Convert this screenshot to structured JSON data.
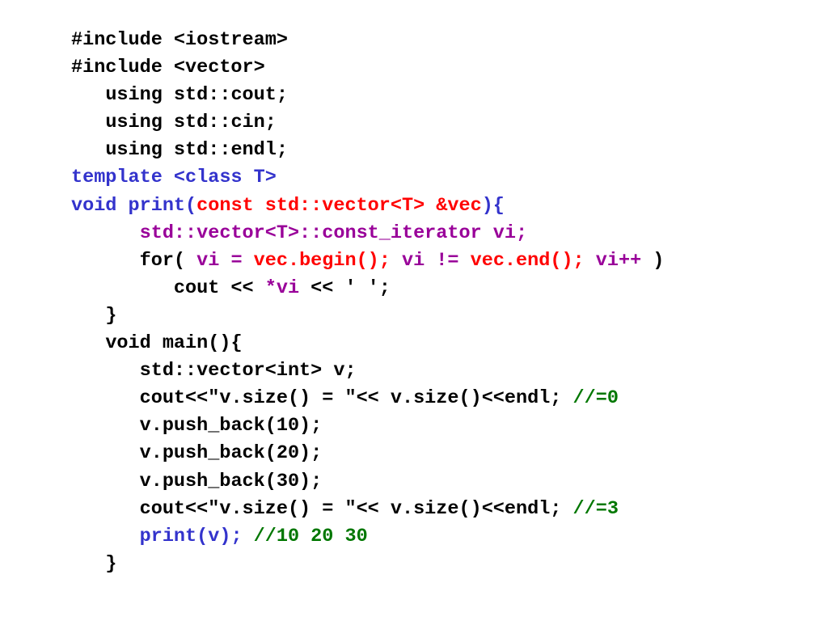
{
  "colors": {
    "black": "#000000",
    "blue": "#3333cc",
    "red": "#ff0000",
    "purple": "#990099",
    "green": "#007700"
  },
  "code": {
    "lines": [
      {
        "indent": 0,
        "tokens": [
          {
            "text": "#include <iostream>",
            "color": "black"
          }
        ]
      },
      {
        "indent": 0,
        "tokens": [
          {
            "text": "#include <vector>",
            "color": "black"
          }
        ]
      },
      {
        "indent": 3,
        "tokens": [
          {
            "text": "using std::cout;",
            "color": "black"
          }
        ]
      },
      {
        "indent": 3,
        "tokens": [
          {
            "text": "using std::cin;",
            "color": "black"
          }
        ]
      },
      {
        "indent": 3,
        "tokens": [
          {
            "text": "using std::endl;",
            "color": "black"
          }
        ]
      },
      {
        "indent": 0,
        "tokens": [
          {
            "text": "template <class T>",
            "color": "blue"
          }
        ]
      },
      {
        "indent": 0,
        "tokens": [
          {
            "text": "void print(",
            "color": "blue"
          },
          {
            "text": "const std::vector<T> &vec",
            "color": "red"
          },
          {
            "text": "){",
            "color": "blue"
          }
        ]
      },
      {
        "indent": 6,
        "tokens": [
          {
            "text": "std::vector<T>::const_iterator vi;",
            "color": "purple"
          }
        ]
      },
      {
        "indent": 6,
        "tokens": [
          {
            "text": "for( ",
            "color": "black"
          },
          {
            "text": "vi = ",
            "color": "purple"
          },
          {
            "text": "vec.begin(); ",
            "color": "red"
          },
          {
            "text": "vi != ",
            "color": "purple"
          },
          {
            "text": "vec.end(); ",
            "color": "red"
          },
          {
            "text": "vi++ ",
            "color": "purple"
          },
          {
            "text": ")",
            "color": "black"
          }
        ]
      },
      {
        "indent": 9,
        "tokens": [
          {
            "text": "cout << ",
            "color": "black"
          },
          {
            "text": "*vi",
            "color": "purple"
          },
          {
            "text": " << ' ';",
            "color": "black"
          }
        ]
      },
      {
        "indent": 3,
        "tokens": [
          {
            "text": "}",
            "color": "black"
          }
        ]
      },
      {
        "indent": 3,
        "tokens": [
          {
            "text": "void main(){",
            "color": "black"
          }
        ]
      },
      {
        "indent": 6,
        "tokens": [
          {
            "text": "std::vector<int> v;",
            "color": "black"
          }
        ]
      },
      {
        "indent": 6,
        "tokens": [
          {
            "text": "cout<<\"v.size() = \"<< v.size()<<endl; ",
            "color": "black"
          },
          {
            "text": "//=0",
            "color": "green"
          }
        ]
      },
      {
        "indent": 6,
        "tokens": [
          {
            "text": "v.push_back(10);",
            "color": "black"
          }
        ]
      },
      {
        "indent": 6,
        "tokens": [
          {
            "text": "v.push_back(20);",
            "color": "black"
          }
        ]
      },
      {
        "indent": 6,
        "tokens": [
          {
            "text": "v.push_back(30);",
            "color": "black"
          }
        ]
      },
      {
        "indent": 6,
        "tokens": [
          {
            "text": "cout<<\"v.size() = \"<< v.size()<<endl; ",
            "color": "black"
          },
          {
            "text": "//=3",
            "color": "green"
          }
        ]
      },
      {
        "indent": 6,
        "tokens": [
          {
            "text": "print(v); ",
            "color": "blue"
          },
          {
            "text": "//10 20 30",
            "color": "green"
          }
        ]
      },
      {
        "indent": 3,
        "tokens": [
          {
            "text": "}",
            "color": "black"
          }
        ]
      }
    ]
  }
}
